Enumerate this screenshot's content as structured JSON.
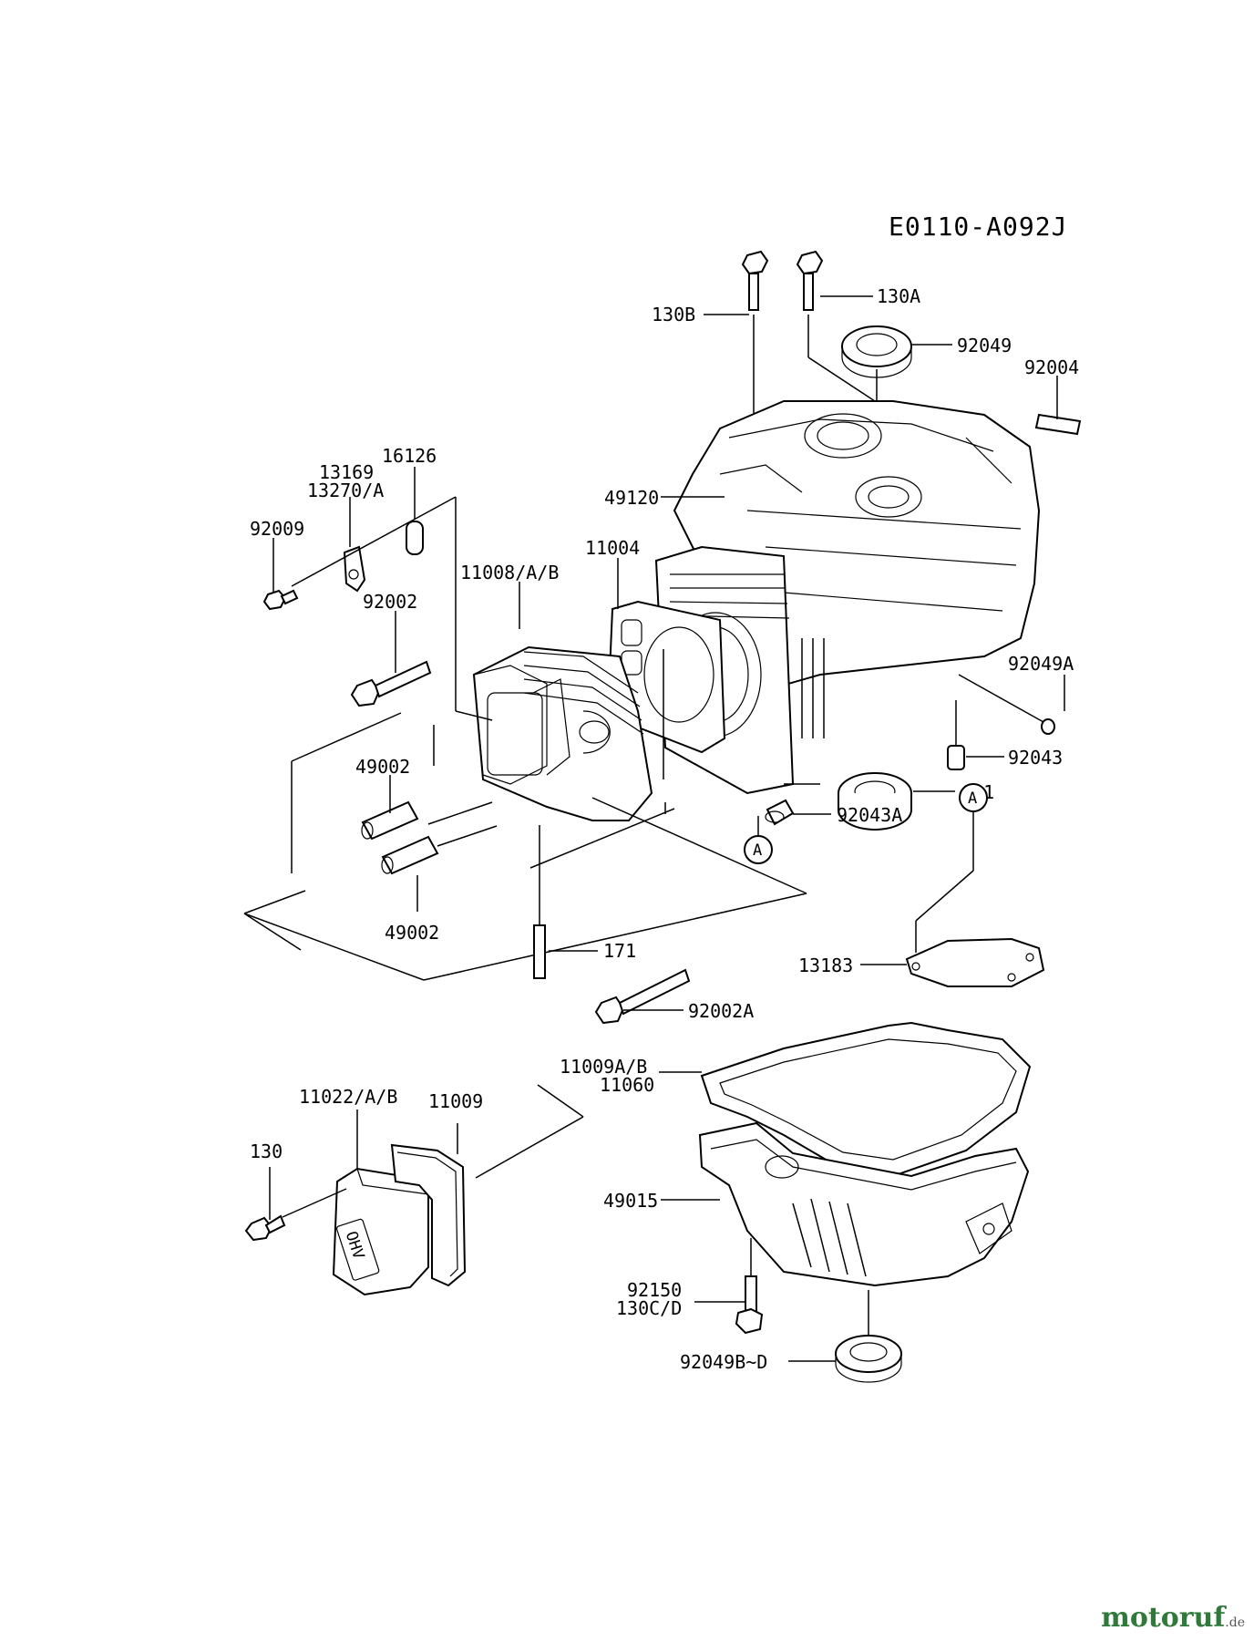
{
  "reference": "E0110-A092J",
  "labels": {
    "l130B": "130B",
    "l130A": "130A",
    "l92049": "92049",
    "l92004": "92004",
    "l16126": "16126",
    "l13169": "13169",
    "l13270A": "13270/A",
    "l92009": "92009",
    "l49120": "49120",
    "l11004": "11004",
    "l11008AB": "11008/A/B",
    "l92002": "92002",
    "l92049A": "92049A",
    "l92043": "92043",
    "l49002a": "49002",
    "l601": "601",
    "l92043A": "92043A",
    "l49002b": "49002",
    "l171": "171",
    "l13183": "13183",
    "l92002A": "92002A",
    "l11009AB": "11009A/B",
    "l11060": "11060",
    "l11022AB": "11022/A/B",
    "l11009": "11009",
    "l130": "130",
    "l49015": "49015",
    "l92150": "92150",
    "l130CD": "130C/D",
    "l92049BD": "92049B~D"
  },
  "callouts": {
    "a1": "A",
    "a2": "A"
  },
  "cover_text": "OHV",
  "watermark": {
    "main": "motoruf",
    "suffix": ".de"
  }
}
